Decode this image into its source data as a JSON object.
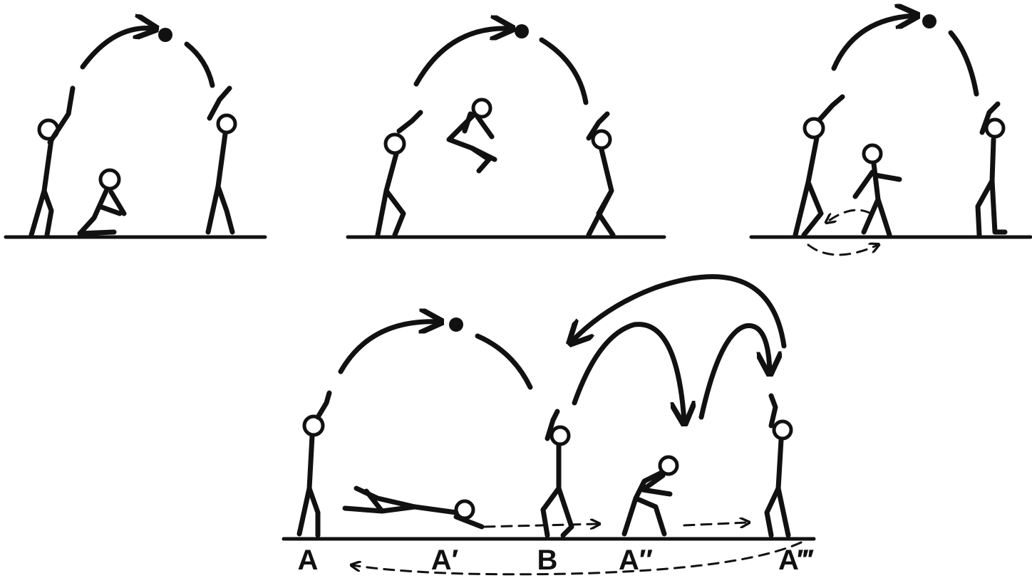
{
  "diagram": {
    "panels": [
      "panel-1",
      "panel-2",
      "panel-3",
      "panel-4"
    ],
    "positions": {
      "a": "A",
      "a_prime": "A′",
      "b": "B",
      "a_double_prime": "A″",
      "a_triple_prime": "A‴"
    },
    "ink_color": "#111111",
    "background": "#ffffff"
  }
}
